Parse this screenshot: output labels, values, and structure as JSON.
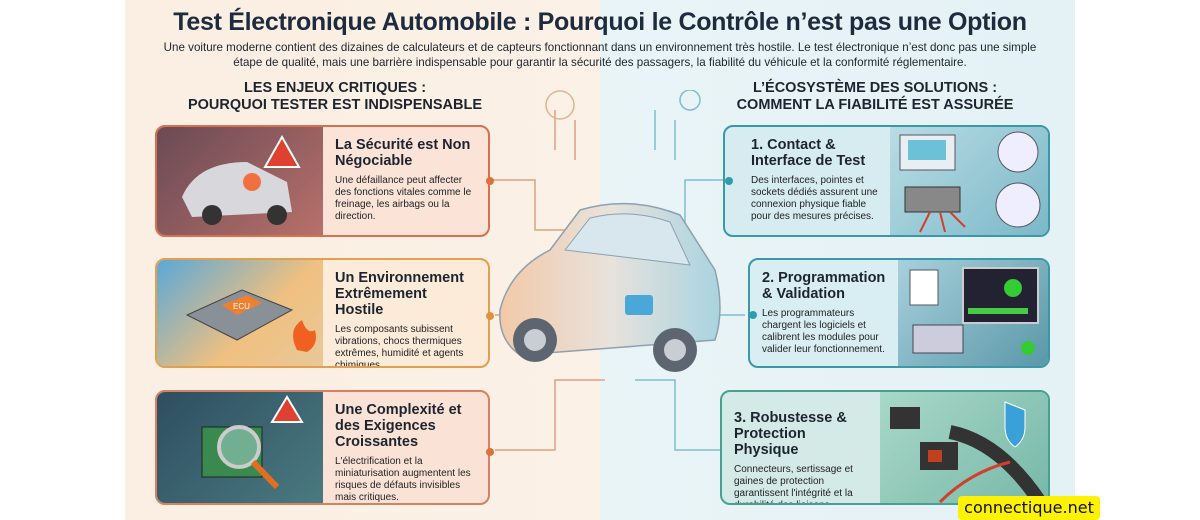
{
  "header": {
    "title": "Test Électronique Automobile : Pourquoi le Contrôle n’est pas une Option",
    "subtitle": "Une voiture moderne contient des dizaines de calculateurs et de capteurs fonctionnant dans un environnement très hostile. Le test électronique n’est donc pas une simple étape de qualité, mais une barrière indispensable pour garantir la sécurité des passagers, la fiabilité du véhicule et la conformité réglementaire."
  },
  "left": {
    "heading_1": "LES ENJEUX CRITIQUES :",
    "heading_2": "POURQUOI TESTER EST INDISPENSABLE",
    "cards": [
      {
        "title": "La Sécurité est Non Négociable",
        "text": "Une défaillance peut affecter des fonctions vitales comme le freinage, les airbags ou la direction.",
        "icon": "car-warning-icon"
      },
      {
        "title": "Un Environnement Extrêmement Hostile",
        "text": "Les composants subissent vibrations, chocs thermiques extrêmes, humidité et agents chimiques.",
        "icon": "ecu-icon",
        "badge": "ECU"
      },
      {
        "title": "Une Complexité et des Exigences Croissantes",
        "text": "L'électrification et la miniaturisation augmentent les risques de défauts invisibles mais critiques.",
        "icon": "magnifier-chip-icon"
      }
    ]
  },
  "right": {
    "heading_1": "L’ÉCOSYSTÈME DES SOLUTIONS :",
    "heading_2": "COMMENT LA FIABILITÉ EST ASSURÉE",
    "cards": [
      {
        "title": "1. Contact & Interface de Test",
        "text": "Des interfaces, pointes et sockets dédiés assurent une connexion physique fiable pour des mesures précises.",
        "icon": "test-interface-icon"
      },
      {
        "title": "2. Programmation & Validation",
        "text": "Les programmateurs chargent les logiciels et calibrent les modules pour valider leur fonctionnement.",
        "icon": "programmer-monitor-icon"
      },
      {
        "title": "3. Robustesse & Protection Physique",
        "text": "Connecteurs, sertissage et gaines de protection garantissent l'intégrité et la durabilité des liaisons.",
        "icon": "connector-shield-icon"
      }
    ]
  },
  "watermark": "connectique.net",
  "colors": {
    "warm_accent": "#e0703a",
    "cool_accent": "#2e9cb0",
    "title": "#1d2b3e",
    "watermark_bg": "#fff200"
  }
}
